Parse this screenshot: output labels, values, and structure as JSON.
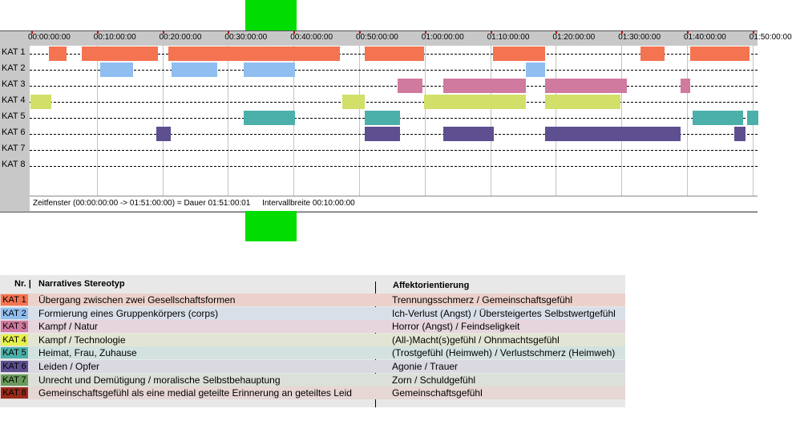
{
  "timeline": {
    "ticks": [
      "00:00:00:00",
      "00:10:00:00",
      "00:20:00:00",
      "00:30:00:00",
      "00:40:00:00",
      "00:50:00:00",
      "01:00:00:00",
      "01:10:00:00",
      "01:20:00:00",
      "01:30:00:00",
      "01:40:00:00",
      "01:50:00:00"
    ],
    "status_window": "Zeitfenster (00:00:00:00 -> 01:51:00:00) = Dauer 01:51:00:01",
    "status_interval": "Intervallbreite 00:10:00:00",
    "rows": [
      {
        "label": "KAT 1",
        "color": "#f47451",
        "segments": [
          [
            "00:02:50",
            "00:05:30"
          ],
          [
            "00:07:50",
            "00:19:30"
          ],
          [
            "00:21:00",
            "00:47:10"
          ],
          [
            "00:51:00",
            "01:00:00"
          ],
          [
            "01:10:30",
            "01:18:30"
          ],
          [
            "01:33:00",
            "01:36:40"
          ],
          [
            "01:40:40",
            "01:49:40"
          ]
        ]
      },
      {
        "label": "KAT 2",
        "color": "#90bef0",
        "segments": [
          [
            "00:10:40",
            "00:15:40"
          ],
          [
            "00:21:30",
            "00:28:30"
          ],
          [
            "00:32:30",
            "00:40:20"
          ],
          [
            "01:15:30",
            "01:18:30"
          ]
        ]
      },
      {
        "label": "KAT 3",
        "color": "#d07aa0",
        "segments": [
          [
            "00:56:00",
            "00:59:50"
          ],
          [
            "01:03:00",
            "01:15:30"
          ],
          [
            "01:18:30",
            "01:31:00"
          ],
          [
            "01:39:10",
            "01:40:40"
          ]
        ]
      },
      {
        "label": "KAT 4",
        "color": "#d2e06a",
        "segments": [
          [
            "00:00:00",
            "00:03:10"
          ],
          [
            "00:47:30",
            "00:51:00"
          ],
          [
            "01:00:00",
            "01:15:30"
          ],
          [
            "01:18:30",
            "01:30:00"
          ]
        ]
      },
      {
        "label": "KAT 5",
        "color": "#4cb0aa",
        "segments": [
          [
            "00:32:30",
            "00:40:20"
          ],
          [
            "00:51:00",
            "00:56:20"
          ],
          [
            "01:41:00",
            "01:48:40"
          ],
          [
            "01:49:20",
            "01:51:00"
          ]
        ]
      },
      {
        "label": "KAT 6",
        "color": "#5e4f90",
        "segments": [
          [
            "00:19:10",
            "00:21:20"
          ],
          [
            "00:51:00",
            "00:56:20"
          ],
          [
            "01:03:00",
            "01:10:40"
          ],
          [
            "01:18:30",
            "01:39:10"
          ],
          [
            "01:47:20",
            "01:49:00"
          ]
        ]
      },
      {
        "label": "KAT 7",
        "color": "#6a9a5a",
        "segments": []
      },
      {
        "label": "KAT 8",
        "color": "#9a2a1a",
        "segments": []
      }
    ]
  },
  "legend": {
    "col_nr": "Nr.",
    "col_stereotyp": "Narratives Stereotyp",
    "col_affekt": "Affektorientierung",
    "rows": [
      {
        "code": "KAT 1",
        "code_color": "#f47451",
        "bg": "#ecd1cb",
        "stereotyp": "Übergang zwischen zwei Gesellschaftsformen",
        "affekt": "Trennungsschmerz / Gemeinschaftsgefühl"
      },
      {
        "code": "KAT 2",
        "code_color": "#90bef0",
        "bg": "#d9dfe9",
        "stereotyp": "Formierung eines Gruppenkörpers (corps)",
        "affekt": "Ich-Verlust (Angst) / Übersteigertes Selbstwertgefühl"
      },
      {
        "code": "KAT 3",
        "code_color": "#d07aa0",
        "bg": "#e6d5dc",
        "stereotyp": "Kampf / Natur",
        "affekt": "Horror (Angst) / Feindseligkeit"
      },
      {
        "code": "KAT 4",
        "code_color": "#e6f24a",
        "bg": "#e3e5d4",
        "stereotyp": "Kampf / Technologie",
        "affekt": "(All-)Macht(s)gefühl / Ohnmachtsgefühl"
      },
      {
        "code": "KAT 5",
        "code_color": "#4cb0aa",
        "bg": "#d3e2e0",
        "stereotyp": "Heimat, Frau, Zuhause",
        "affekt": "(Trostgefühl (Heimweh) / Verlustschmerz (Heimweh)"
      },
      {
        "code": "KAT 6",
        "code_color": "#5e4f90",
        "bg": "#dad8e1",
        "stereotyp": "Leiden / Opfer",
        "affekt": "Agonie / Trauer"
      },
      {
        "code": "KAT 7",
        "code_color": "#6a9a5a",
        "bg": "#dbe0d8",
        "stereotyp": "Unrecht und Demütigung / moralische Selbstbehauptung",
        "affekt": "Zorn / Schuldgefühl"
      },
      {
        "code": "KAT 8",
        "code_color": "#9a2a1a",
        "bg": "#e6d6d4",
        "stereotyp": "Gemeinschaftsgefühl als eine medial geteilte Erinnerung an geteiltes Leid",
        "affekt": "Gemeinschaftsgefühl"
      }
    ]
  }
}
